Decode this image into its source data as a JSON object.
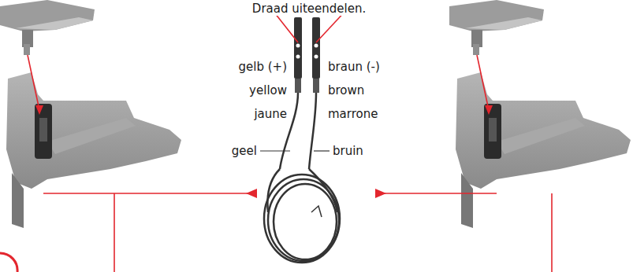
{
  "diagram": {
    "labels": [
      "Draad uiteendelen.",
      "gelb (+)",
      "yellow",
      "jaune",
      "geel",
      "braun (-)",
      "brown",
      "marrone",
      "bruin"
    ]
  }
}
